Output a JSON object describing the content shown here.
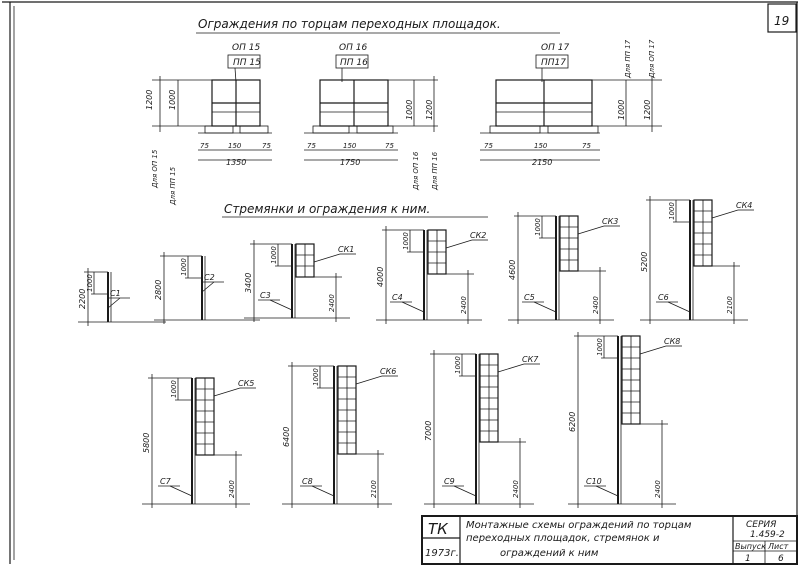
{
  "sheet_number": "19",
  "sections": {
    "guards_title": "Ограждения  по  торцам  переходных  площадок.",
    "ladders_title": "Стремянки  и  ограждения  к  ним."
  },
  "platforms": [
    {
      "guard_mark": "ОП 15",
      "rail_mark": "ПП 15",
      "dim_total": "1200",
      "dim_upper": "1000",
      "seg_left": "75",
      "seg_mid": "150",
      "seg_right": "75",
      "width": "1350",
      "for_op": "Для ОП 15",
      "for_pp": "Для ПП 15"
    },
    {
      "guard_mark": "ОП 16",
      "rail_mark": "ПП 16",
      "dim_total": "1200",
      "dim_upper": "1000",
      "seg_left": "75",
      "seg_mid": "150",
      "seg_right": "75",
      "width": "1750",
      "for_op": "Для ОП 16",
      "for_pp": "Для ПП 16"
    },
    {
      "guard_mark": "ОП 17",
      "rail_mark": "ПП17",
      "dim_total": "1200",
      "dim_upper": "1000",
      "seg_left": "75",
      "seg_mid": "150",
      "seg_right": "75",
      "width": "2150",
      "for_op": "Для ОП 17",
      "for_pp": "Для ПП 17"
    }
  ],
  "ladders_row1": [
    {
      "c_mark": "С1",
      "ck_mark": "",
      "total": "2200",
      "top_dim": "1000",
      "bottom_dim": ""
    },
    {
      "c_mark": "С2",
      "ck_mark": "",
      "total": "2800",
      "top_dim": "1000",
      "bottom_dim": ""
    },
    {
      "c_mark": "С3",
      "ck_mark": "СК1",
      "total": "3400",
      "top_dim": "1000",
      "bottom_dim": "2400"
    },
    {
      "c_mark": "С4",
      "ck_mark": "СК2",
      "total": "4000",
      "top_dim": "1000",
      "bottom_dim": "2400"
    },
    {
      "c_mark": "С5",
      "ck_mark": "СК3",
      "total": "4600",
      "top_dim": "1000",
      "bottom_dim": "2400"
    },
    {
      "c_mark": "С6",
      "ck_mark": "СК4",
      "total": "5200",
      "top_dim": "1000",
      "bottom_dim": "2100"
    }
  ],
  "ladders_row2": [
    {
      "c_mark": "С7",
      "ck_mark": "СК5",
      "total": "5800",
      "top_dim": "1000",
      "bottom_dim": "2400"
    },
    {
      "c_mark": "С8",
      "ck_mark": "СК6",
      "total": "6400",
      "top_dim": "1000",
      "bottom_dim": "2100"
    },
    {
      "c_mark": "С9",
      "ck_mark": "СК7",
      "total": "7000",
      "top_dim": "1000",
      "bottom_dim": "2400"
    },
    {
      "c_mark": "С10",
      "ck_mark": "СК8",
      "total": "6200",
      "top_dim": "1000",
      "bottom_dim": "2400"
    }
  ],
  "title_block": {
    "org": "ТК",
    "year": "1973г.",
    "desc_line1": "Монтажные  схемы  ограждений   по  торцам",
    "desc_line2": "переходных  площадок,         стремянок  и",
    "desc_line3": "ограждений      к   ним",
    "series_label": "СЕРИЯ",
    "series_value": "1.459-2",
    "issue_label": "Выпуск",
    "issue_value": "1",
    "sheet_label": "Лист",
    "sheet_value": "6"
  }
}
